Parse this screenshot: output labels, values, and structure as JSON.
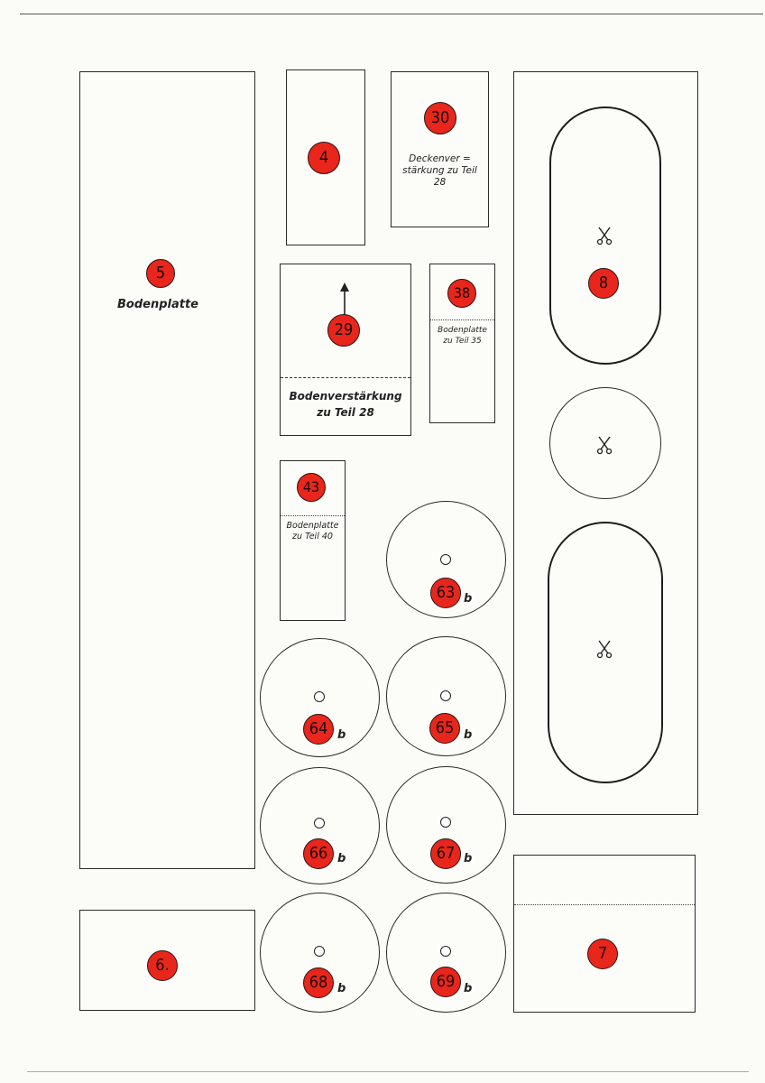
{
  "parts": {
    "p5": {
      "number": "5",
      "label": "Bodenplatte"
    },
    "p4": {
      "number": "4"
    },
    "p30": {
      "number": "30",
      "label": "Deckenver =\nstärkung zu Teil\n28"
    },
    "p8": {
      "number": "8"
    },
    "p29": {
      "number": "29",
      "label": "Bodenverstärkung\nzu Teil 28"
    },
    "p38": {
      "number": "38",
      "label": "Bodenplatte\nzu Teil 35"
    },
    "p43": {
      "number": "43",
      "label": "Bodenplatte\nzu Teil 40"
    },
    "p63": {
      "number": "63",
      "suffix": "b"
    },
    "p64": {
      "number": "64",
      "suffix": "b"
    },
    "p65": {
      "number": "65",
      "suffix": "b"
    },
    "p66": {
      "number": "66",
      "suffix": "b"
    },
    "p67": {
      "number": "67",
      "suffix": "b"
    },
    "p68": {
      "number": "68",
      "suffix": "b"
    },
    "p69": {
      "number": "69",
      "suffix": "b"
    },
    "p6": {
      "number": "6."
    },
    "p7": {
      "number": "7"
    }
  },
  "colors": {
    "badge": "#e8261c",
    "line": "#2a2a2a",
    "paper": "#fbfbf7"
  },
  "icons": {
    "cut_mark": "scissors-icon",
    "direction": "arrow-up-icon"
  }
}
